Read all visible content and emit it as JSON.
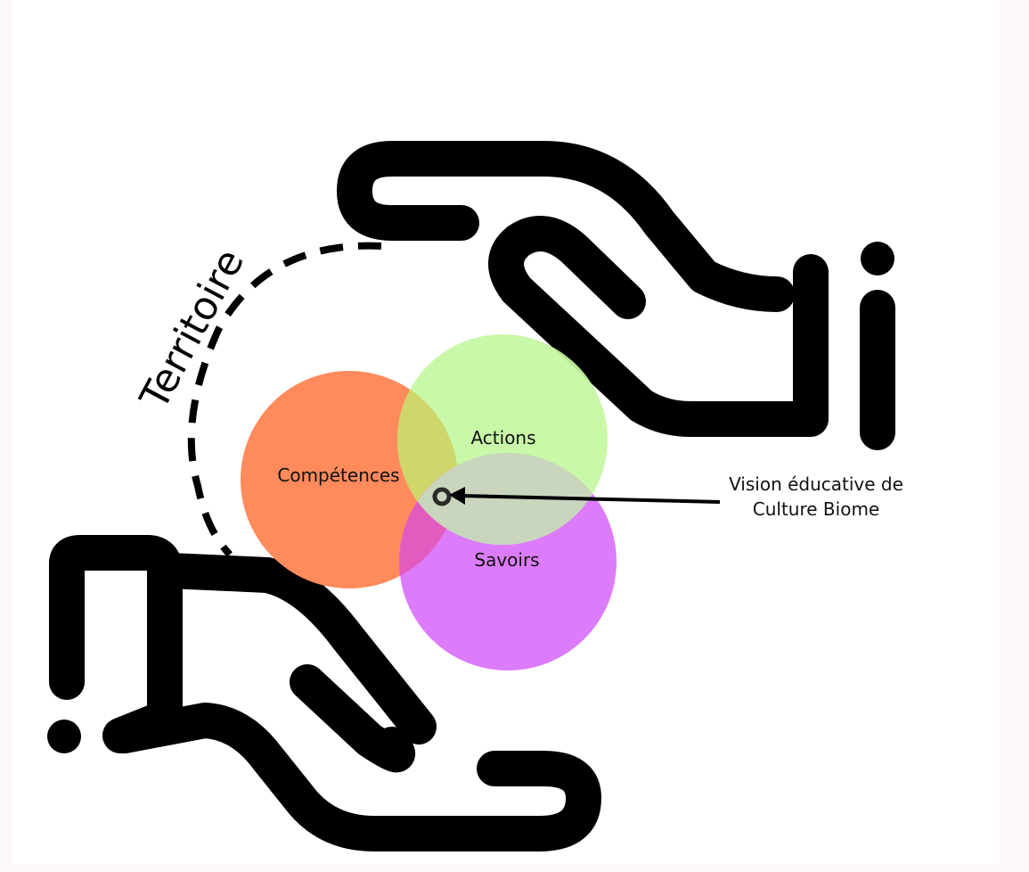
{
  "diagram": {
    "territory_label": "Territoire",
    "circles": [
      {
        "id": "competences",
        "label": "Compétences",
        "color": "#ff8a5c"
      },
      {
        "id": "actions",
        "label": "Actions",
        "color": "#c4f7a1"
      },
      {
        "id": "savoirs",
        "label": "Savoirs",
        "color": "#dd7cfb"
      }
    ],
    "callout": {
      "line1": "Vision éducative de",
      "line2": "Culture Biome"
    },
    "colors": {
      "hand": "#000000",
      "background": "#ffffff",
      "overlap_actions_competences": "#cfd66a",
      "overlap_actions_savoirs": "#c9d6bd",
      "overlap_competences_savoirs": "#e45bc0"
    },
    "icons": [
      "hand-icon",
      "hand-icon",
      "arrow-left-icon",
      "ring-marker-icon"
    ]
  }
}
